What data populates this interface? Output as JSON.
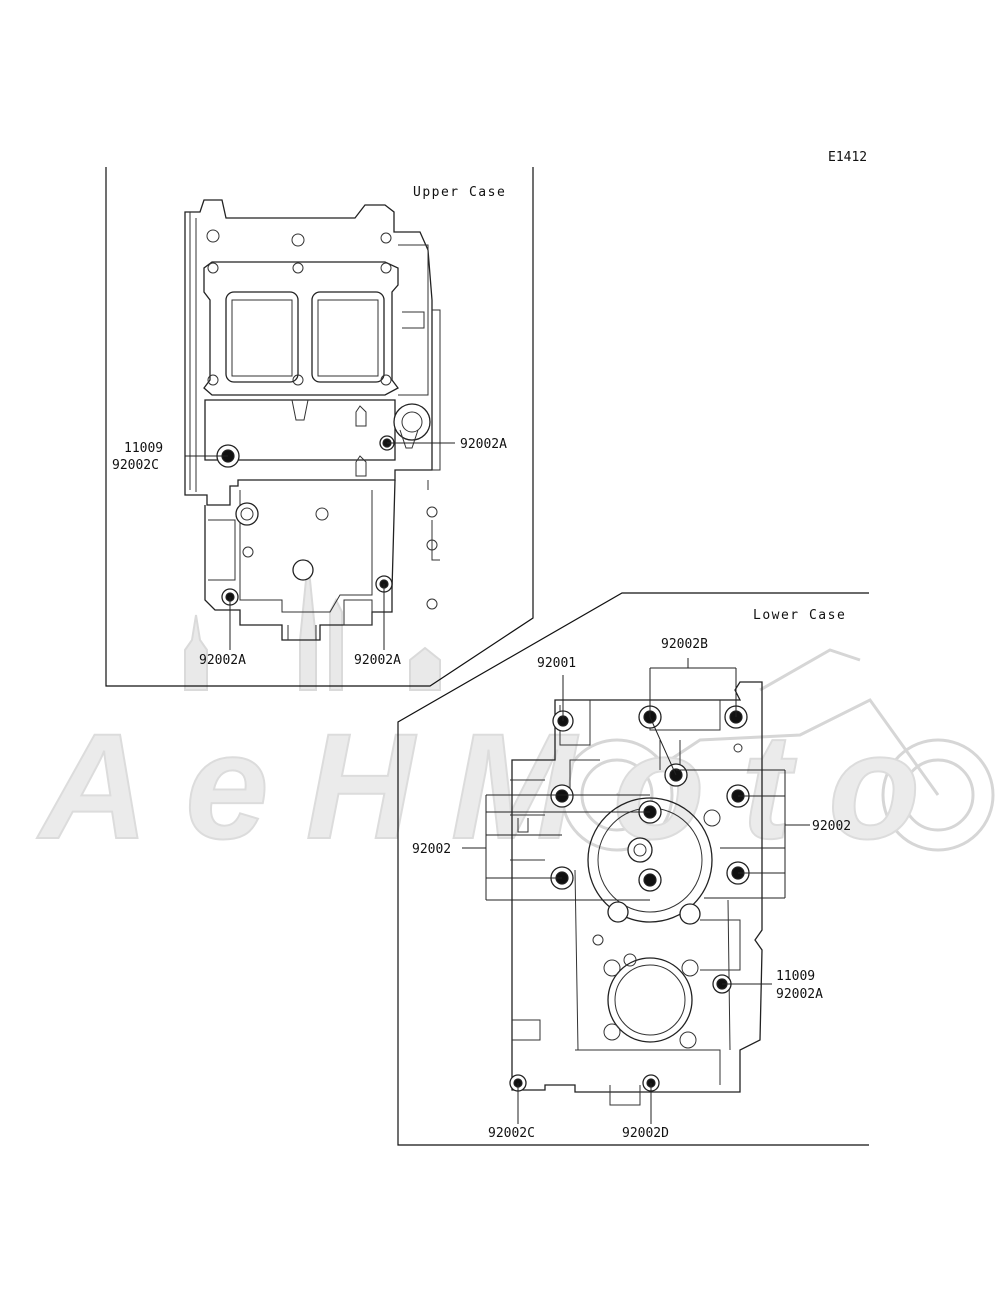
{
  "diagram_code": "E1412",
  "panels": {
    "upper": {
      "title": "Upper Case"
    },
    "lower": {
      "title": "Lower Case"
    }
  },
  "callouts": {
    "upper_left_a": "11009",
    "upper_left_b": "92002C",
    "upper_right": "92002A",
    "upper_bottom_left": "92002A",
    "upper_bottom_right": "92002A",
    "lower_top_left": "92001",
    "lower_top_mid": "92002B",
    "lower_right_mid": "92002",
    "lower_left_mid": "92002",
    "lower_right_a": "11009",
    "lower_right_b": "92002A",
    "lower_bottom_left": "92002C",
    "lower_bottom_mid": "92002D"
  },
  "watermark": {
    "text": "AeHMoto"
  }
}
